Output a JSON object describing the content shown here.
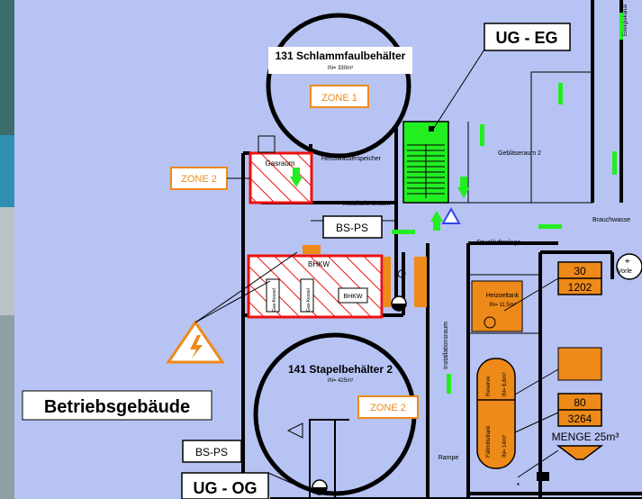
{
  "title": "Betriebsgebäude",
  "top_button": "UG - EG",
  "bottom_button": "UG - OG",
  "bsps_mid": "BS-PS",
  "bsps_bottom": "BS-PS",
  "tank_top": {
    "name": "131 Schlammfaulbehälter",
    "volume": "IN= 330m³",
    "zone": "ZONE 1"
  },
  "tank_bottom": {
    "name": "141 Stapelbehälter 2",
    "volume": "IN= 425m³",
    "zone": "ZONE 2"
  },
  "zone2_left": "ZONE 2",
  "rooms": {
    "gasraum": "Gasraum",
    "heisswasser": "Heisswasserspeicher",
    "installationsraum": "Installationsraum",
    "installationsraum_v": "Installationsraum",
    "geblaeseraum": "Gebläseraum 2",
    "brauchwasser": "Brauchwasse",
    "druckluft": "Druckluftanlage",
    "bhkw": "BHKW",
    "bhkw2": "BHKW",
    "gas1": "Gas-Kessel",
    "gas2": "Gas-Kessel",
    "heizoel": "Heizoeltank",
    "heizoel_vol": "IN= 11,5m³",
    "reserve": "Reserve",
    "reserve_vol": "IN= 6,6m³",
    "faellmittel": "Fällmitteltank",
    "faellmittel_vol": "IN= 14m³",
    "rampe": "Rampe",
    "vorlage": "Vorle",
    "energie": "Energiekanal"
  },
  "values": {
    "box1_top": "30",
    "box1_bottom": "1202",
    "box2_top": "80",
    "box2_bottom": "3264"
  },
  "menge": "MENGE  25m³",
  "colors": {
    "background": "#b7c3f3",
    "orange": "#ee8a1a",
    "green": "#22ee22",
    "red": "#ee1111"
  }
}
